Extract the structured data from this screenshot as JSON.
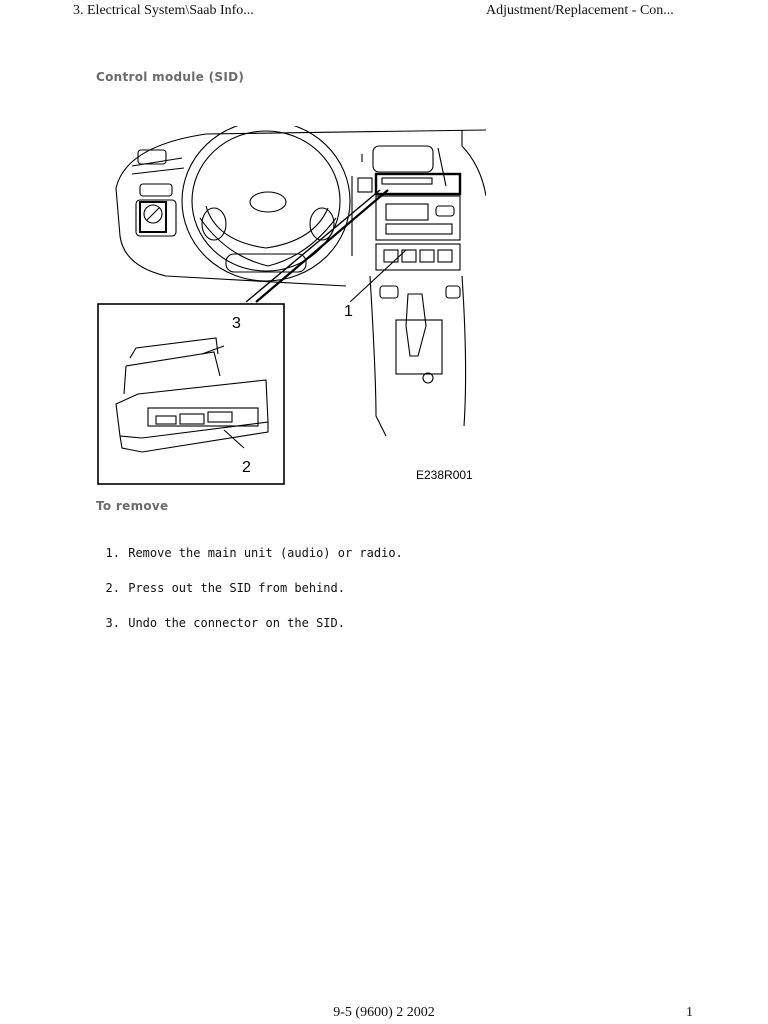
{
  "header": {
    "left": "3. Electrical System\\Saab Info...",
    "right": "Adjustment/Replacement - Con..."
  },
  "section_title": "Control module (SID)",
  "figure": {
    "callouts": [
      "1",
      "2",
      "3"
    ],
    "code": "E238R001"
  },
  "subsection_title": "To remove",
  "steps": [
    {
      "num": "1.",
      "text": "Remove the main unit (audio) or radio."
    },
    {
      "num": "2.",
      "text": "Press out the SID from behind."
    },
    {
      "num": "3.",
      "text": "Undo the connector on the SID."
    }
  ],
  "footer": {
    "center": "9-5 (9600) 2 2002",
    "page": "1"
  }
}
